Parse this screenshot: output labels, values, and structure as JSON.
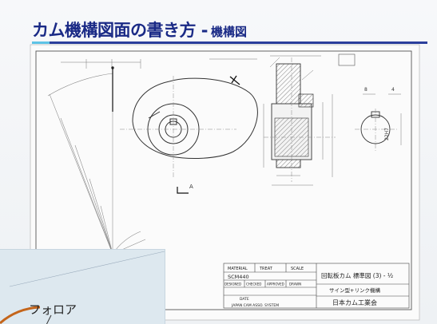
{
  "header": {
    "title": "カム機構図面の書き方 -",
    "subtitle": "機構図"
  },
  "drawing": {
    "title_block": {
      "material_header": "MATERIAL",
      "treat_header": "TREAT",
      "scale_header": "SCALE",
      "material_value": "SCM440",
      "drawing_name": "回転板カム 標準図 (3) - ½",
      "motion_curve": "サイン型+リンク機構",
      "company": "日本カム工業会",
      "row2_headers": [
        "DESIGNED",
        "CHECKED",
        "APPROVED",
        "DRAWN"
      ],
      "date_label": "DATE",
      "association": "JAPAN CAM ASSO. SYSTEM"
    },
    "dimensions": {
      "d1": "22H7",
      "d2": "4",
      "d3": "8",
      "section_mark": "A"
    }
  },
  "callout": {
    "label": "フォロア"
  },
  "colors": {
    "title": "#1a2a86",
    "rule": "#2b3f9c",
    "accent": "#5ec3e6",
    "line": "#3a3a3a",
    "hatch": "#555555",
    "callout_bg": "#dde8ef",
    "follower": "#c4651b"
  }
}
